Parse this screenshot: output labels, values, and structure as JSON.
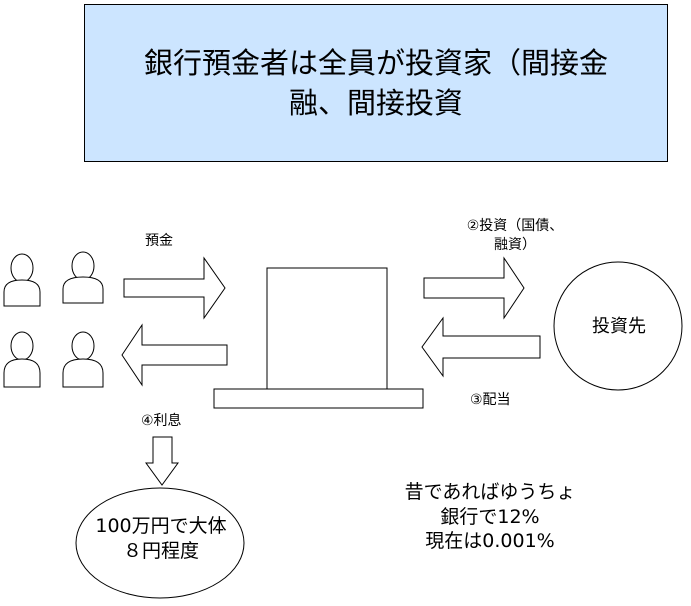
{
  "title": {
    "line1": "銀行預金者は全員が投資家（間接金",
    "line2": "融、間接投資"
  },
  "labels": {
    "deposit": "預金",
    "investment_line1": "②投資（国債、",
    "investment_line2": "融資）",
    "dividend": "③配当",
    "interest": "④利息",
    "investee": "投資先"
  },
  "result_ellipse": {
    "line1": "100万円で大体",
    "line2": "８円程度"
  },
  "note": {
    "line1": "昔であればゆうちょ",
    "line2": "銀行で12%",
    "line3": "現在は0.001%"
  },
  "colors": {
    "title_fill": "#cce5ff",
    "stroke": "#000000",
    "shape_fill": "#ffffff"
  }
}
